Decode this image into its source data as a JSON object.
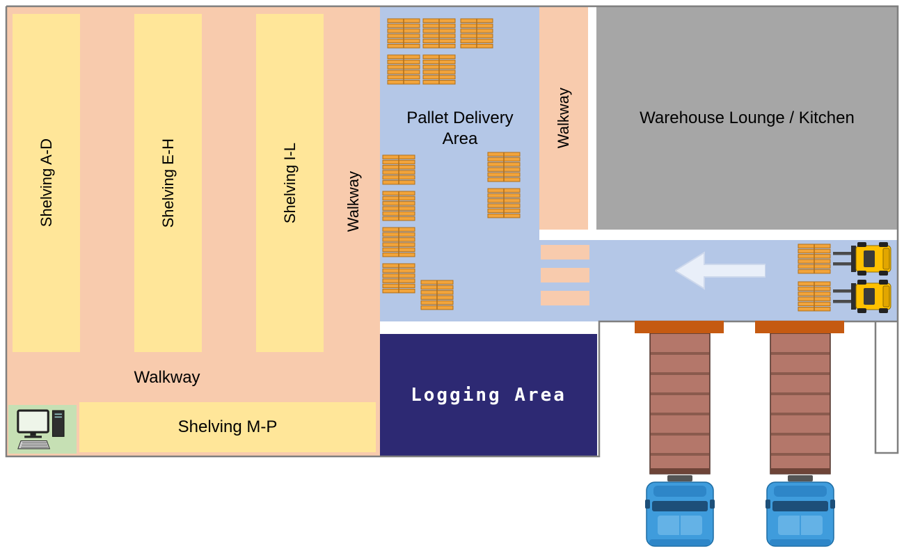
{
  "diagram": {
    "type": "warehouse-floorplan",
    "labels": {
      "shelving_ad": "Shelving A-D",
      "shelving_eh": "Shelving E-H",
      "shelving_il": "Shelving I-L",
      "walkway_left": "Walkway",
      "walkway_bottom": "Walkway",
      "walkway_right": "Walkway",
      "shelving_mp": "Shelving M-P",
      "pallet_delivery": "Pallet Delivery Area",
      "lounge": "Warehouse Lounge / Kitchen",
      "logging": "Logging Area"
    },
    "colors": {
      "walkway": "#F8CBAD",
      "shelving": "#FFE699",
      "floor_blue": "#B4C7E7",
      "lounge_gray": "#A6A6A6",
      "logging_navy": "#2D2973",
      "station_green": "#C6E0B4",
      "dock_door_orange": "#C55A11",
      "pallet_orange": "#F2A43B",
      "forklift_yellow": "#FFC000",
      "trailer_brown": "#B4776A",
      "cab_blue": "#3F9CDC",
      "outline_gray": "#7F7F7F"
    },
    "icons": {
      "pallet": "pallet-icon",
      "forklift": "forklift-icon",
      "truck": "truck-icon",
      "computer": "computer-icon",
      "arrow": "arrow-left-icon",
      "dock_door": "dock-door"
    },
    "counts": {
      "delivery_area_pallets": 12,
      "corridor_pallets": 2,
      "forklifts": 2,
      "dock_doors": 2,
      "trucks": 2,
      "crossing_stripes": 3
    },
    "flow_direction": "left"
  }
}
